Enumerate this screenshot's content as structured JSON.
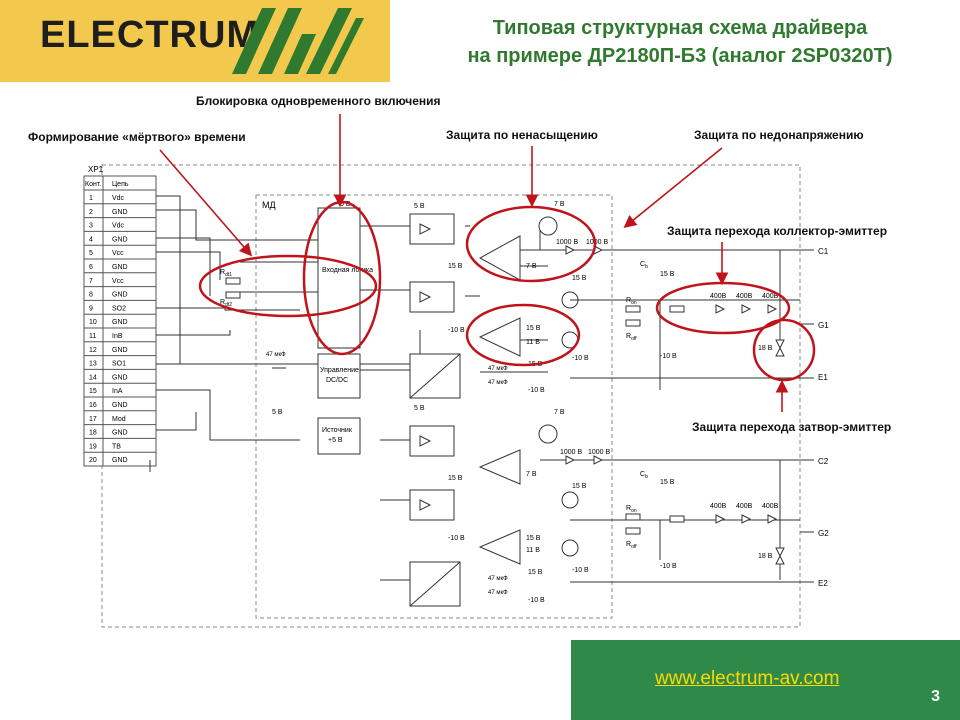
{
  "logo": {
    "text": "ELECTRUM",
    "brand_color": "#f2c94c",
    "mark_color": "#2f7a2f"
  },
  "title": {
    "line1": "Типовая структурная схема драйвера",
    "line2": "на примере ДР2180П-Б3 (аналог 2SP0320T)",
    "color": "#2f7a2f"
  },
  "annotations": {
    "interlock": "Блокировка одновременного включения",
    "deadtime": "Формирование «мёртвого» времени",
    "desat": "Защита по ненасыщению",
    "undervoltage": "Защита по недонапряжению",
    "ce_protection": "Защита перехода коллектор-эмиттер",
    "ge_protection": "Защита перехода затвор-эмиттер",
    "highlight_color": "#c0141c"
  },
  "connector": {
    "name": "XP1",
    "col_contact": "Конт.",
    "col_circuit": "Цепь",
    "pins": [
      {
        "n": "1",
        "s": "Vdc"
      },
      {
        "n": "2",
        "s": "GND"
      },
      {
        "n": "3",
        "s": "Vdc"
      },
      {
        "n": "4",
        "s": "GND"
      },
      {
        "n": "5",
        "s": "Vcc"
      },
      {
        "n": "6",
        "s": "GND"
      },
      {
        "n": "7",
        "s": "Vcc"
      },
      {
        "n": "8",
        "s": "GND"
      },
      {
        "n": "9",
        "s": "SO2"
      },
      {
        "n": "10",
        "s": "GND"
      },
      {
        "n": "11",
        "s": "InB"
      },
      {
        "n": "12",
        "s": "GND"
      },
      {
        "n": "13",
        "s": "SO1"
      },
      {
        "n": "14",
        "s": "GND"
      },
      {
        "n": "15",
        "s": "InA"
      },
      {
        "n": "16",
        "s": "GND"
      },
      {
        "n": "17",
        "s": "Mod"
      },
      {
        "n": "18",
        "s": "GND"
      },
      {
        "n": "19",
        "s": "TB"
      },
      {
        "n": "20",
        "s": "GND"
      }
    ]
  },
  "schematic": {
    "module_label": "МД",
    "input_logic": "Входная логика",
    "dcdc_line1": "Управление",
    "dcdc_line2": "DC/DC",
    "source_line1": "Источник",
    "source_line2": "+5 В",
    "v5": "5 В",
    "v7": "7 В",
    "v15": "15 В",
    "v11": "11 В",
    "vm10": "-10 В",
    "v18": "18 В",
    "cap47": "47 мкФ",
    "d1000": "1000 В",
    "d400": "400В",
    "cb": "C",
    "cb_sub": "b",
    "r": "R",
    "ron_sub": "on",
    "roff_sub": "off",
    "rdt1_sub": "dt1",
    "rdt2_sub": "dt2",
    "out_c1": "C1",
    "out_g1": "G1",
    "out_e1": "E1",
    "out_c2": "C2",
    "out_g2": "G2",
    "out_e2": "E2"
  },
  "footer": {
    "url": "www.electrum-av.com",
    "page": "3",
    "bg_color": "#2f8a4a",
    "link_color": "#ffd800"
  }
}
